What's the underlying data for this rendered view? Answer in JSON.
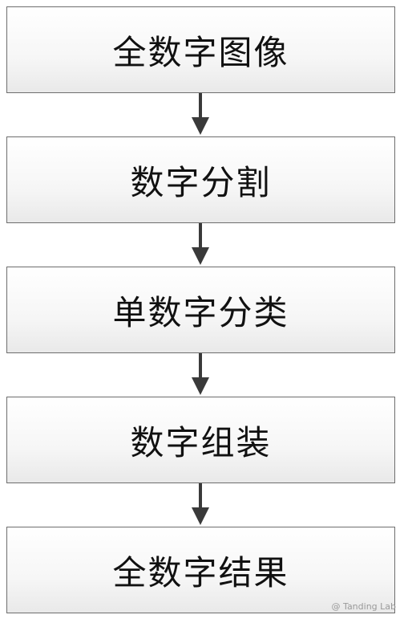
{
  "steps": [
    {
      "label": "全数字图像"
    },
    {
      "label": "数字分割"
    },
    {
      "label": "单数字分类"
    },
    {
      "label": "数字组装"
    },
    {
      "label": "全数字结果"
    }
  ],
  "watermark": "@ Tanding Lab"
}
